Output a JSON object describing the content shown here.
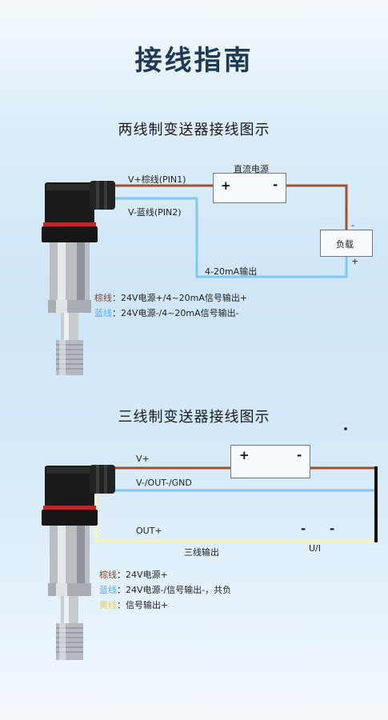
{
  "page": {
    "title": "接线指南"
  },
  "two_wire": {
    "title": "两线制变送器接线图示",
    "power_label": "直流电源",
    "plus": "+",
    "minus": "-",
    "load_label": "负载",
    "load_minus": "-",
    "load_plus": "+",
    "wire_brown": "V+棕线(PIN1)",
    "wire_blue": "V-蓝线(PIN2)",
    "output_label": "4-20mA输出",
    "legend": [
      {
        "color": "棕线",
        "sep": "：",
        "desc": "24V电源+/4~20mA信号输出+"
      },
      {
        "color": "蓝线",
        "sep": "：",
        "desc": "24V电源-/4~20mA信号输出-"
      }
    ]
  },
  "three_wire": {
    "title": "三线制变送器接线图示",
    "plus": "+",
    "minus": "-",
    "wire_vplus": "V+",
    "wire_gnd": "V-/OUT-/GND",
    "wire_out": "OUT+",
    "out_minus_a": "-",
    "out_minus_b": "-",
    "ui_label": "U/I",
    "output_label": "三线输出",
    "legend": [
      {
        "color": "棕线",
        "sep": "：",
        "desc": "24V电源+"
      },
      {
        "color": "蓝线",
        "sep": "：",
        "desc": "24V电源-/信号输出-，共负"
      },
      {
        "color": "黄线",
        "sep": "：",
        "desc": "信号输出+"
      }
    ]
  },
  "colors": {
    "brown": "#a0522d",
    "blue": "#7cc8f0",
    "yellow": "#fdf6b8"
  }
}
